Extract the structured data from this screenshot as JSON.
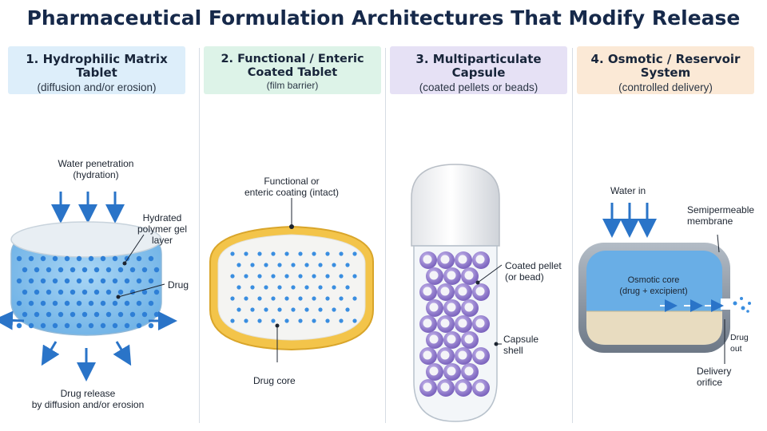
{
  "title": "Pharmaceutical Formulation Architectures That Modify Release",
  "colors": {
    "panel1_header": "#ddeefa",
    "panel2_header": "#ddf3e8",
    "panel3_header": "#e6e1f5",
    "panel4_header": "#fbe9d6",
    "gel_blue": "#8fc6ee",
    "drug_dot": "#2e7fd6",
    "coating_yellow": "#f3c44a",
    "pellet_purple": "#8d78c9",
    "osmotic_blue": "#69aee6",
    "excipient_beige": "#e8dcc0"
  },
  "panels": [
    {
      "title": "1. Hydrophilic Matrix Tablet",
      "subtitle": "(diffusion and/or erosion)",
      "labels": {
        "water": "Water penetration",
        "water2": "(hydration)",
        "gel1": "Hydrated",
        "gel2": "polymer gel",
        "gel3": "layer",
        "drug": "Drug",
        "release1": "Drug release",
        "release2": "by diffusion and/or erosion"
      }
    },
    {
      "title1": "2. Functional / Enteric",
      "title2": "Coated Tablet",
      "subtitle": "(film barrier)",
      "labels": {
        "coat1": "Functional or",
        "coat2": "enteric coating (intact)",
        "core": "Drug core"
      }
    },
    {
      "title": "3. Multiparticulate Capsule",
      "subtitle": "(coated pellets or beads)",
      "labels": {
        "pellet1": "Coated pellet",
        "pellet2": "(or bead)",
        "shell1": "Capsule",
        "shell2": "shell"
      }
    },
    {
      "title": "4. Osmotic / Reservoir System",
      "subtitle": "(controlled delivery)",
      "labels": {
        "water": "Water in",
        "membrane1": "Semipermeable",
        "membrane2": "membrane",
        "core1": "Osmotic core",
        "core2": "(drug + excipient)",
        "drug_out": "Drug out",
        "orifice": "Delivery orifice"
      }
    }
  ]
}
